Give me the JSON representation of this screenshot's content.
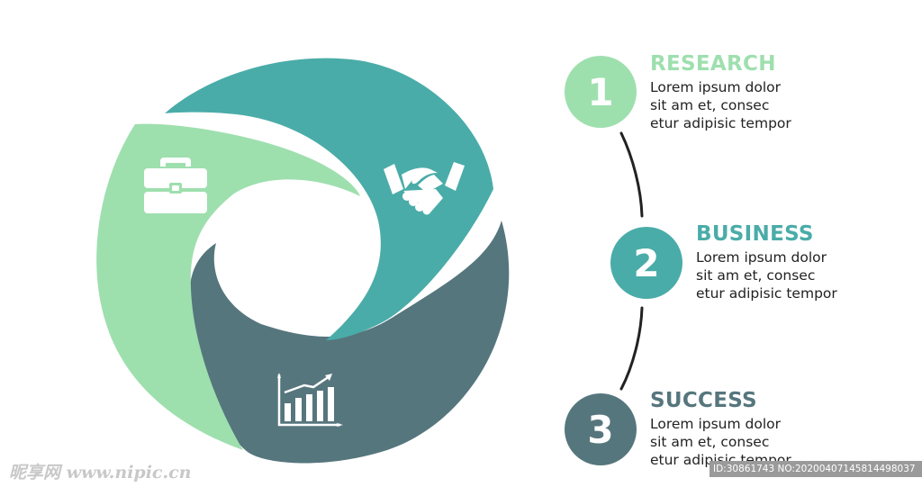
{
  "diagram": {
    "colors": {
      "light_green": "#9edfae",
      "teal": "#4aaca8",
      "slate": "#56767d",
      "connector": "#222222",
      "background": "#ffffff"
    },
    "wheel": {
      "segments": [
        {
          "id": "research",
          "icon": "briefcase-icon",
          "color": "#9edfae"
        },
        {
          "id": "business",
          "icon": "handshake-icon",
          "color": "#4aaca8"
        },
        {
          "id": "success",
          "icon": "growth-chart-icon",
          "color": "#56767d"
        }
      ]
    },
    "steps": [
      {
        "number": "1",
        "title": "RESEARCH",
        "color": "#9edfae",
        "lines": [
          "Lorem ipsum dolor",
          "sit am et, consec",
          "etur adipisic tempor"
        ]
      },
      {
        "number": "2",
        "title": "BUSINESS",
        "color": "#4aaca8",
        "lines": [
          "Lorem ipsum dolor",
          "sit am et, consec",
          "etur adipisic tempor"
        ]
      },
      {
        "number": "3",
        "title": "SUCCESS",
        "color": "#56767d",
        "lines": [
          "Lorem ipsum dolor",
          "sit am et, consec",
          "etur adipisic tempor"
        ]
      }
    ]
  },
  "watermark": {
    "left_text": "昵享网 www.nipic.cn",
    "right_text": "ID:30861743 NO:20200407145814498037"
  }
}
